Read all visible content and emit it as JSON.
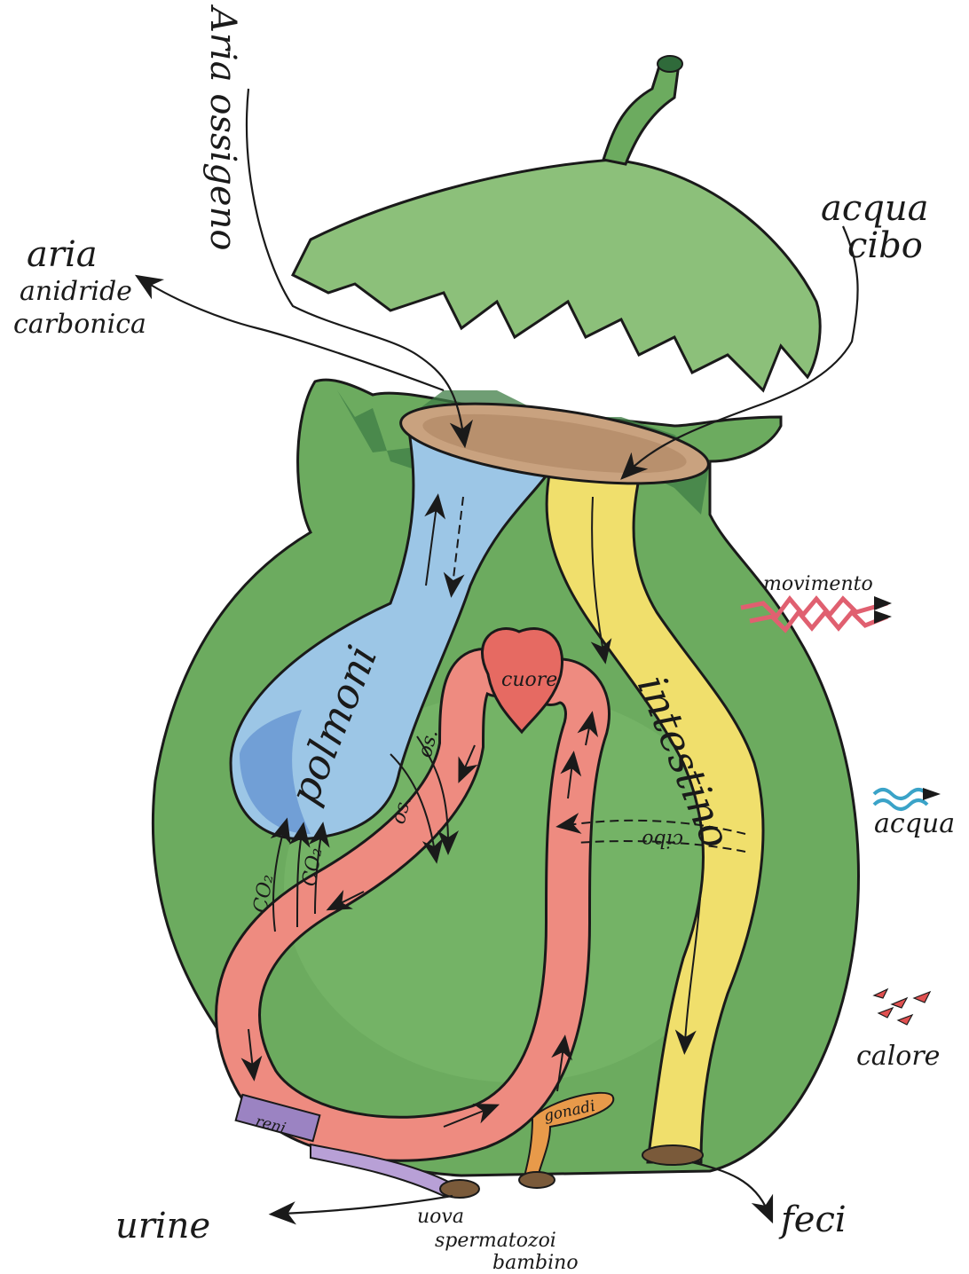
{
  "colors": {
    "body": "#6cab5f",
    "body_dark": "#3f7e46",
    "lid": "#8cc07a",
    "mouth": "#c9a27f",
    "lungs": "#9cc6e6",
    "lungs_dark": "#5f8fcf",
    "intestine": "#f0df6c",
    "blood": "#ee8b80",
    "heart": "#e66a62",
    "kidney": "#9b83c2",
    "gonad": "#e89a4a",
    "movement": "#e06070",
    "water": "#3aa3c8",
    "heat": "#e05050",
    "ink": "#1a1a1a"
  },
  "labels": {
    "aria_ossigeno": "Aria ossigeno",
    "aria_out_1": "aria",
    "aria_out_2": "anidride",
    "aria_out_3": "carbonica",
    "acqua_cibo_1": "acqua",
    "acqua_cibo_2": "cibo",
    "polmoni": "polmoni",
    "intestino": "intestino",
    "cuore": "cuore",
    "movimento": "movimento",
    "acqua_out": "acqua",
    "calore": "calore",
    "urine": "urine",
    "uova": "uova",
    "spermatozoi": "spermatozoi",
    "bambino": "bambino",
    "feci": "feci",
    "gonadi": "gonadi",
    "reni": "reni",
    "co2_1": "CO₂",
    "co2_2": "CO₂",
    "ox_1": "os.",
    "ox_2": "os.",
    "cibo_flow": "cibo"
  }
}
